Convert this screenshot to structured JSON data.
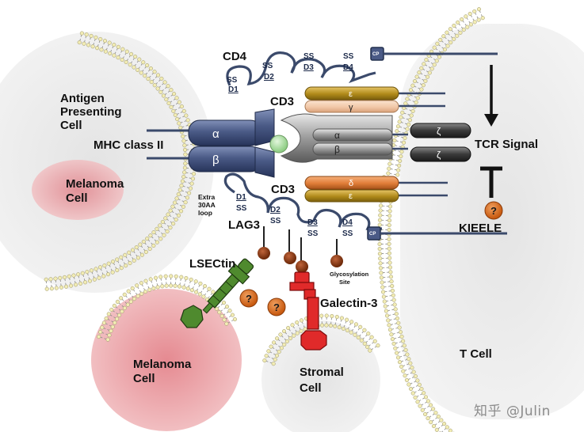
{
  "cells": {
    "apc": "Antigen\nPresenting\nCell",
    "melanoma_left": "Melanoma\nCell",
    "melanoma_bottom": "Melanoma\nCell",
    "stromal": "Stromal\nCell",
    "t_cell": "T Cell"
  },
  "molecules": {
    "cd4": "CD4",
    "cd3_top": "CD3",
    "cd3_bottom": "CD3",
    "mhc": "MHC class II",
    "lag3": "LAG3",
    "lsectin": "LSECtin",
    "galectin": "Galectin-3",
    "tcr_signal": "TCR Signal",
    "kieele": "KIEELE",
    "extra_loop": "Extra\n30AA\nloop",
    "glyco": "Glycosylation\nSite"
  },
  "domains": {
    "ss": "SS",
    "cd4_d1": "D1",
    "cd4_d2": "D2",
    "cd4_d3": "D3",
    "cd4_d4": "D4",
    "lag3_d1": "D1",
    "lag3_d2": "D2",
    "lag3_d3": "D3",
    "lag3_d4": "D4",
    "cp": "CP"
  },
  "greek": {
    "epsilon": "ε",
    "gamma": "γ",
    "alpha": "α",
    "beta": "β",
    "delta": "δ",
    "zeta": "ζ",
    "question": "?"
  },
  "watermark": "知乎 @Julin",
  "colors": {
    "membrane_head": "#f2ecb4",
    "membrane_tail": "#8a8a8a",
    "protein_navy": "#3b4a6b",
    "mhc_blue": "#4a5a86",
    "tcr_gray": "#8c8c8c",
    "zeta_dark": "#333333",
    "cd3_gold": "#b08a1a",
    "cd3_peach": "#f1c8a8",
    "cd3_orange": "#e07d38",
    "peptide_green": "#a8dca0",
    "lsectin_green": "#4f8a2e",
    "galectin_red": "#e02a2a",
    "glyco_brown": "#8b3a0e",
    "question_orange": "#d9691d",
    "melanoma_pink": "#e8a1a5"
  }
}
